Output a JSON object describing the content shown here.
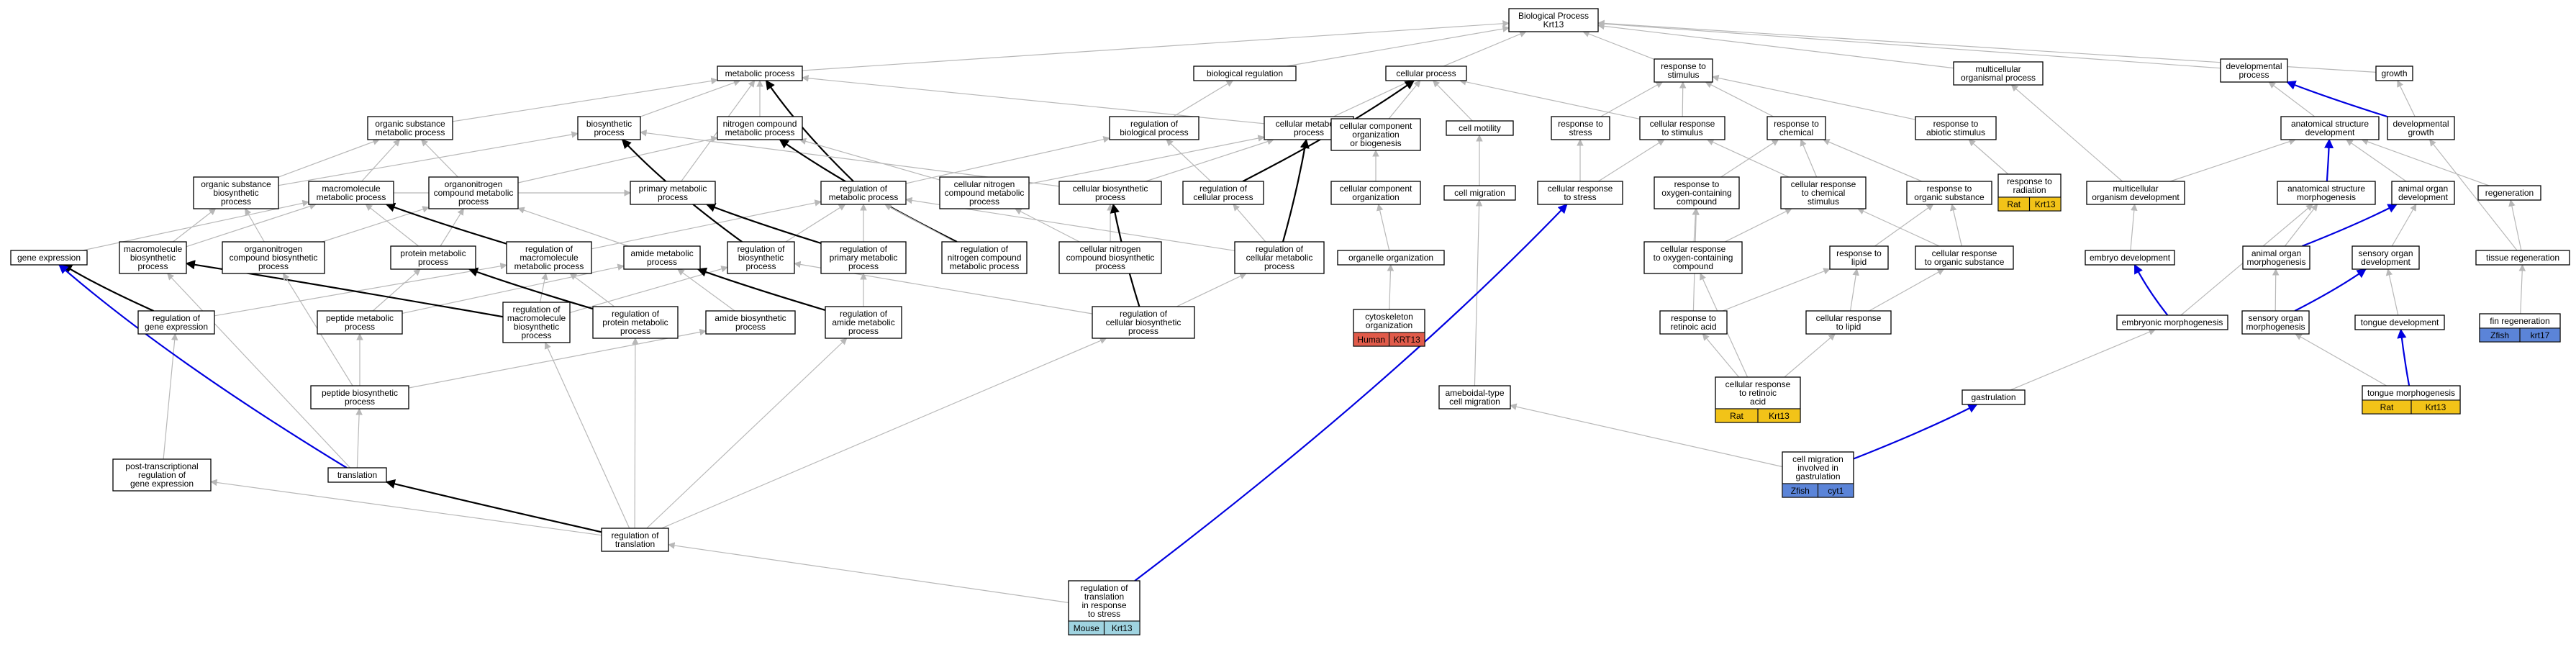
{
  "nodes": [
    {
      "id": "bp",
      "lines": [
        "Biological Process",
        "Krt13"
      ]
    },
    {
      "id": "metabolic",
      "lines": [
        "metabolic process"
      ]
    },
    {
      "id": "bioreg",
      "lines": [
        "biological regulation"
      ]
    },
    {
      "id": "cellproc",
      "lines": [
        "cellular process"
      ]
    },
    {
      "id": "resp_stim",
      "lines": [
        "response to",
        "stimulus"
      ]
    },
    {
      "id": "multi_org",
      "lines": [
        "multicellular",
        "organismal process"
      ]
    },
    {
      "id": "dev_proc",
      "lines": [
        "developmental",
        "process"
      ]
    },
    {
      "id": "growth",
      "lines": [
        "growth"
      ]
    },
    {
      "id": "org_sub",
      "lines": [
        "organic substance",
        "metabolic process"
      ]
    },
    {
      "id": "biosyn",
      "lines": [
        "biosynthetic",
        "process"
      ]
    },
    {
      "id": "nitro",
      "lines": [
        "nitrogen compound",
        "metabolic process"
      ]
    },
    {
      "id": "reg_bio",
      "lines": [
        "regulation of",
        "biological process"
      ]
    },
    {
      "id": "cell_met",
      "lines": [
        "cellular metabolic",
        "process"
      ]
    },
    {
      "id": "cc_org",
      "lines": [
        "cellular component",
        "organization",
        "or biogenesis"
      ]
    },
    {
      "id": "motility",
      "lines": [
        "cell motility"
      ]
    },
    {
      "id": "rs_stress",
      "lines": [
        "response to",
        "stress"
      ]
    },
    {
      "id": "cr_stim",
      "lines": [
        "cellular response",
        "to stimulus"
      ]
    },
    {
      "id": "r_chem",
      "lines": [
        "response to",
        "chemical"
      ]
    },
    {
      "id": "r_abio",
      "lines": [
        "response to",
        "abiotic stimulus"
      ]
    },
    {
      "id": "as_dev",
      "lines": [
        "anatomical structure",
        "development"
      ]
    },
    {
      "id": "dev_growth",
      "lines": [
        "developmental",
        "growth"
      ]
    },
    {
      "id": "os_bio",
      "lines": [
        "organic substance",
        "biosynthetic",
        "process"
      ]
    },
    {
      "id": "macro",
      "lines": [
        "macromolecule",
        "metabolic process"
      ]
    },
    {
      "id": "orgn",
      "lines": [
        "organonitrogen",
        "compound metabolic",
        "process"
      ]
    },
    {
      "id": "primary",
      "lines": [
        "primary metabolic",
        "process"
      ]
    },
    {
      "id": "reg_met",
      "lines": [
        "regulation of",
        "metabolic process"
      ]
    },
    {
      "id": "cn_met",
      "lines": [
        "cellular nitrogen",
        "compound metabolic",
        "process"
      ]
    },
    {
      "id": "cell_bio",
      "lines": [
        "cellular biosynthetic",
        "process"
      ]
    },
    {
      "id": "reg_cp",
      "lines": [
        "regulation of",
        "cellular process"
      ]
    },
    {
      "id": "cc_org2",
      "lines": [
        "cellular component",
        "organization"
      ]
    },
    {
      "id": "migration",
      "lines": [
        "cell migration"
      ]
    },
    {
      "id": "cr_stress",
      "lines": [
        "cellular response",
        "to stress"
      ]
    },
    {
      "id": "r_oxy",
      "lines": [
        "response to",
        "oxygen-containing",
        "compound"
      ]
    },
    {
      "id": "cr_chem",
      "lines": [
        "cellular response",
        "to chemical",
        "stimulus"
      ]
    },
    {
      "id": "r_org",
      "lines": [
        "response to",
        "organic substance"
      ]
    },
    {
      "id": "r_rad",
      "lines": [
        "response to",
        "radiation"
      ]
    },
    {
      "id": "multi_dev",
      "lines": [
        "multicellular",
        "organism development"
      ]
    },
    {
      "id": "as_morph",
      "lines": [
        "anatomical structure",
        "morphogenesis"
      ]
    },
    {
      "id": "ao_dev",
      "lines": [
        "animal organ",
        "development"
      ]
    },
    {
      "id": "regen",
      "lines": [
        "regeneration"
      ]
    },
    {
      "id": "gene_exp",
      "lines": [
        "gene expression"
      ]
    },
    {
      "id": "macro_bio",
      "lines": [
        "macromolecule",
        "biosynthetic",
        "process"
      ]
    },
    {
      "id": "orgn_bio",
      "lines": [
        "organonitrogen",
        "compound biosynthetic",
        "process"
      ]
    },
    {
      "id": "prot_met",
      "lines": [
        "protein metabolic",
        "process"
      ]
    },
    {
      "id": "reg_macro",
      "lines": [
        "regulation of",
        "macromolecule",
        "metabolic process"
      ]
    },
    {
      "id": "amide_met",
      "lines": [
        "amide metabolic",
        "process"
      ]
    },
    {
      "id": "reg_bios",
      "lines": [
        "regulation of",
        "biosynthetic",
        "process"
      ]
    },
    {
      "id": "reg_prim",
      "lines": [
        "regulation of",
        "primary metabolic",
        "process"
      ]
    },
    {
      "id": "reg_nitro",
      "lines": [
        "regulation of",
        "nitrogen compound",
        "metabolic process"
      ]
    },
    {
      "id": "cn_bio",
      "lines": [
        "cellular nitrogen",
        "compound biosynthetic",
        "process"
      ]
    },
    {
      "id": "reg_cmet",
      "lines": [
        "regulation of",
        "cellular metabolic",
        "process"
      ]
    },
    {
      "id": "org_org",
      "lines": [
        "organelle organization"
      ]
    },
    {
      "id": "cr_oxy",
      "lines": [
        "cellular response",
        "to oxygen-containing",
        "compound"
      ]
    },
    {
      "id": "r_lipid",
      "lines": [
        "response to",
        "lipid"
      ]
    },
    {
      "id": "cr_org",
      "lines": [
        "cellular response",
        "to organic substance"
      ]
    },
    {
      "id": "embryo_dev",
      "lines": [
        "embryo development"
      ]
    },
    {
      "id": "ao_morph",
      "lines": [
        "animal organ",
        "morphogenesis"
      ]
    },
    {
      "id": "so_dev",
      "lines": [
        "sensory organ",
        "development"
      ]
    },
    {
      "id": "tissue_regen",
      "lines": [
        "tissue regeneration"
      ]
    },
    {
      "id": "reg_ge",
      "lines": [
        "regulation of",
        "gene expression"
      ]
    },
    {
      "id": "pep_met",
      "lines": [
        "peptide metabolic",
        "process"
      ]
    },
    {
      "id": "reg_mbio",
      "lines": [
        "regulation of",
        "macromolecule",
        "biosynthetic",
        "process"
      ]
    },
    {
      "id": "reg_pmet",
      "lines": [
        "regulation of",
        "protein metabolic",
        "process"
      ]
    },
    {
      "id": "amide_bio",
      "lines": [
        "amide biosynthetic",
        "process"
      ]
    },
    {
      "id": "reg_amide",
      "lines": [
        "regulation of",
        "amide metabolic",
        "process"
      ]
    },
    {
      "id": "reg_cbio",
      "lines": [
        "regulation of",
        "cellular biosynthetic",
        "process"
      ]
    },
    {
      "id": "cytoskel",
      "lines": [
        "cytoskeleton",
        "organization"
      ],
      "tag": [
        "Human",
        "KRT13"
      ],
      "tagColor": "#e15b4a"
    },
    {
      "id": "r_ra",
      "lines": [
        "response to",
        "retinoic acid"
      ]
    },
    {
      "id": "cr_lipid",
      "lines": [
        "cellular response",
        "to lipid"
      ]
    },
    {
      "id": "emb_morph",
      "lines": [
        "embryonic morphogenesis"
      ]
    },
    {
      "id": "so_morph",
      "lines": [
        "sensory organ",
        "morphogenesis"
      ]
    },
    {
      "id": "tongue_dev",
      "lines": [
        "tongue development"
      ]
    },
    {
      "id": "fin_regen",
      "lines": [
        "fin regeneration"
      ],
      "tag": [
        "Zfish",
        "krt17"
      ],
      "tagColor": "#5b84d8"
    },
    {
      "id": "pep_bio",
      "lines": [
        "peptide biosynthetic",
        "process"
      ]
    },
    {
      "id": "amoeboid",
      "lines": [
        "ameboidal-type",
        "cell migration"
      ]
    },
    {
      "id": "cr_ra",
      "lines": [
        "cellular response",
        "to retinoic",
        "acid"
      ],
      "tag": [
        "Rat",
        "Krt13"
      ],
      "tagColor": "#f2c318"
    },
    {
      "id": "gastru",
      "lines": [
        "gastrulation"
      ]
    },
    {
      "id": "tongue_morph",
      "lines": [
        "tongue morphogenesis"
      ],
      "tag": [
        "Rat",
        "Krt13"
      ],
      "tagColor": "#f2c318"
    },
    {
      "id": "ptr_reg",
      "lines": [
        "post-transcriptional",
        "regulation of",
        "gene expression"
      ]
    },
    {
      "id": "translation",
      "lines": [
        "translation"
      ]
    },
    {
      "id": "reg_trans",
      "lines": [
        "regulation of",
        "translation"
      ]
    },
    {
      "id": "cm_gastru",
      "lines": [
        "cell migration",
        "involved in",
        "gastrulation"
      ],
      "tag": [
        "Zfish",
        "cyt1"
      ],
      "tagColor": "#5b84d8"
    },
    {
      "id": "reg_trans_stress",
      "lines": [
        "regulation of",
        "translation",
        "in response",
        "to stress"
      ],
      "tag": [
        "Mouse",
        "Krt13"
      ],
      "tagColor": "#9fd3e0"
    }
  ],
  "tag_overrides": {
    "r_rad": {
      "tag": [
        "Rat",
        "Krt13"
      ],
      "tagColor": "#f2c318"
    }
  },
  "edges": [
    [
      "metabolic",
      "bp",
      "grey"
    ],
    [
      "bioreg",
      "bp",
      "grey"
    ],
    [
      "cellproc",
      "bp",
      "grey"
    ],
    [
      "resp_stim",
      "bp",
      "grey"
    ],
    [
      "multi_org",
      "bp",
      "grey"
    ],
    [
      "dev_proc",
      "bp",
      "grey"
    ],
    [
      "growth",
      "bp",
      "grey"
    ],
    [
      "org_sub",
      "metabolic",
      "grey"
    ],
    [
      "biosyn",
      "metabolic",
      "grey"
    ],
    [
      "nitro",
      "metabolic",
      "grey"
    ],
    [
      "reg_bio",
      "bioreg",
      "grey"
    ],
    [
      "cell_met",
      "cellproc",
      "grey"
    ],
    [
      "cell_met",
      "metabolic",
      "grey"
    ],
    [
      "cc_org",
      "cellproc",
      "grey"
    ],
    [
      "motility",
      "cellproc",
      "grey"
    ],
    [
      "rs_stress",
      "resp_stim",
      "grey"
    ],
    [
      "cr_stim",
      "resp_stim",
      "grey"
    ],
    [
      "cr_stim",
      "cellproc",
      "grey"
    ],
    [
      "r_chem",
      "resp_stim",
      "grey"
    ],
    [
      "r_abio",
      "resp_stim",
      "grey"
    ],
    [
      "as_dev",
      "dev_proc",
      "grey"
    ],
    [
      "dev_growth",
      "growth",
      "grey"
    ],
    [
      "dev_growth",
      "dev_proc",
      "blue"
    ],
    [
      "os_bio",
      "org_sub",
      "grey"
    ],
    [
      "os_bio",
      "biosyn",
      "grey"
    ],
    [
      "macro",
      "org_sub",
      "grey"
    ],
    [
      "macro",
      "primary",
      "grey"
    ],
    [
      "orgn",
      "org_sub",
      "grey"
    ],
    [
      "orgn",
      "nitro",
      "grey"
    ],
    [
      "primary",
      "metabolic",
      "grey"
    ],
    [
      "reg_met",
      "metabolic",
      "black"
    ],
    [
      "reg_met",
      "reg_bio",
      "grey"
    ],
    [
      "cn_met",
      "nitro",
      "grey"
    ],
    [
      "cn_met",
      "cell_met",
      "grey"
    ],
    [
      "cell_bio",
      "cell_met",
      "grey"
    ],
    [
      "cell_bio",
      "biosyn",
      "grey"
    ],
    [
      "reg_cp",
      "reg_bio",
      "grey"
    ],
    [
      "reg_cp",
      "cellproc",
      "black"
    ],
    [
      "cc_org2",
      "cc_org",
      "grey"
    ],
    [
      "migration",
      "motility",
      "grey"
    ],
    [
      "cr_stress",
      "rs_stress",
      "grey"
    ],
    [
      "cr_stress",
      "cr_stim",
      "grey"
    ],
    [
      "r_oxy",
      "r_chem",
      "grey"
    ],
    [
      "cr_chem",
      "r_chem",
      "grey"
    ],
    [
      "cr_chem",
      "cr_stim",
      "grey"
    ],
    [
      "r_org",
      "r_chem",
      "grey"
    ],
    [
      "r_rad",
      "r_abio",
      "grey"
    ],
    [
      "multi_dev",
      "multi_org",
      "grey"
    ],
    [
      "multi_dev",
      "as_dev",
      "grey"
    ],
    [
      "as_morph",
      "as_dev",
      "blue"
    ],
    [
      "ao_dev",
      "as_dev",
      "grey"
    ],
    [
      "regen",
      "as_dev",
      "grey"
    ],
    [
      "gene_exp",
      "macro",
      "grey"
    ],
    [
      "macro_bio",
      "macro",
      "grey"
    ],
    [
      "macro_bio",
      "os_bio",
      "grey"
    ],
    [
      "orgn_bio",
      "orgn",
      "grey"
    ],
    [
      "orgn_bio",
      "os_bio",
      "grey"
    ],
    [
      "prot_met",
      "macro",
      "grey"
    ],
    [
      "prot_met",
      "orgn",
      "grey"
    ],
    [
      "reg_macro",
      "macro",
      "black"
    ],
    [
      "reg_macro",
      "reg_met",
      "grey"
    ],
    [
      "amide_met",
      "orgn",
      "grey"
    ],
    [
      "reg_bios",
      "biosyn",
      "black"
    ],
    [
      "reg_bios",
      "reg_met",
      "grey"
    ],
    [
      "reg_prim",
      "primary",
      "black"
    ],
    [
      "reg_prim",
      "reg_met",
      "grey"
    ],
    [
      "reg_nitro",
      "nitro",
      "black"
    ],
    [
      "reg_nitro",
      "reg_met",
      "grey"
    ],
    [
      "cn_bio",
      "cn_met",
      "grey"
    ],
    [
      "cn_bio",
      "cell_bio",
      "grey"
    ],
    [
      "reg_cmet",
      "cell_met",
      "black"
    ],
    [
      "reg_cmet",
      "reg_cp",
      "grey"
    ],
    [
      "reg_cmet",
      "reg_met",
      "grey"
    ],
    [
      "org_org",
      "cc_org2",
      "grey"
    ],
    [
      "cr_oxy",
      "r_oxy",
      "grey"
    ],
    [
      "cr_oxy",
      "cr_chem",
      "grey"
    ],
    [
      "r_lipid",
      "r_org",
      "grey"
    ],
    [
      "cr_org",
      "r_org",
      "grey"
    ],
    [
      "cr_org",
      "cr_chem",
      "grey"
    ],
    [
      "embryo_dev",
      "multi_dev",
      "grey"
    ],
    [
      "ao_morph",
      "as_morph",
      "grey"
    ],
    [
      "ao_morph",
      "ao_dev",
      "blue"
    ],
    [
      "so_dev",
      "ao_dev",
      "grey"
    ],
    [
      "tissue_regen",
      "regen",
      "grey"
    ],
    [
      "tissue_regen",
      "dev_growth",
      "grey"
    ],
    [
      "reg_ge",
      "gene_exp",
      "black"
    ],
    [
      "reg_ge",
      "reg_macro",
      "grey"
    ],
    [
      "pep_met",
      "prot_met",
      "grey"
    ],
    [
      "pep_met",
      "amide_met",
      "grey"
    ],
    [
      "reg_mbio",
      "macro_bio",
      "black"
    ],
    [
      "reg_mbio",
      "reg_macro",
      "grey"
    ],
    [
      "reg_mbio",
      "reg_bios",
      "grey"
    ],
    [
      "reg_pmet",
      "prot_met",
      "black"
    ],
    [
      "reg_pmet",
      "reg_macro",
      "grey"
    ],
    [
      "amide_bio",
      "amide_met",
      "grey"
    ],
    [
      "reg_amide",
      "amide_met",
      "black"
    ],
    [
      "reg_amide",
      "reg_prim",
      "grey"
    ],
    [
      "reg_cbio",
      "cell_bio",
      "black"
    ],
    [
      "reg_cbio",
      "reg_cmet",
      "grey"
    ],
    [
      "reg_cbio",
      "reg_bios",
      "grey"
    ],
    [
      "cytoskel",
      "org_org",
      "grey"
    ],
    [
      "r_ra",
      "r_lipid",
      "grey"
    ],
    [
      "r_ra",
      "r_oxy",
      "grey"
    ],
    [
      "cr_lipid",
      "r_lipid",
      "grey"
    ],
    [
      "cr_lipid",
      "cr_org",
      "grey"
    ],
    [
      "emb_morph",
      "embryo_dev",
      "blue"
    ],
    [
      "emb_morph",
      "as_morph",
      "grey"
    ],
    [
      "so_morph",
      "so_dev",
      "blue"
    ],
    [
      "so_morph",
      "ao_morph",
      "grey"
    ],
    [
      "tongue_dev",
      "so_dev",
      "grey"
    ],
    [
      "fin_regen",
      "tissue_regen",
      "grey"
    ],
    [
      "pep_bio",
      "pep_met",
      "grey"
    ],
    [
      "pep_bio",
      "amide_bio",
      "grey"
    ],
    [
      "pep_bio",
      "orgn_bio",
      "grey"
    ],
    [
      "amoeboid",
      "migration",
      "grey"
    ],
    [
      "cr_ra",
      "r_ra",
      "grey"
    ],
    [
      "cr_ra",
      "cr_lipid",
      "grey"
    ],
    [
      "cr_ra",
      "cr_oxy",
      "grey"
    ],
    [
      "gastru",
      "emb_morph",
      "grey"
    ],
    [
      "tongue_morph",
      "tongue_dev",
      "blue"
    ],
    [
      "tongue_morph",
      "so_morph",
      "grey"
    ],
    [
      "ptr_reg",
      "reg_ge",
      "grey"
    ],
    [
      "translation",
      "gene_exp",
      "blue"
    ],
    [
      "translation",
      "pep_bio",
      "grey"
    ],
    [
      "translation",
      "macro_bio",
      "grey"
    ],
    [
      "reg_trans",
      "translation",
      "black"
    ],
    [
      "reg_trans",
      "ptr_reg",
      "grey"
    ],
    [
      "reg_trans",
      "reg_pmet",
      "grey"
    ],
    [
      "reg_trans",
      "reg_mbio",
      "grey"
    ],
    [
      "reg_trans",
      "reg_amide",
      "grey"
    ],
    [
      "reg_trans",
      "reg_cbio",
      "grey"
    ],
    [
      "cm_gastru",
      "gastru",
      "blue"
    ],
    [
      "cm_gastru",
      "amoeboid",
      "grey"
    ],
    [
      "reg_trans_stress",
      "cr_stress",
      "blue"
    ],
    [
      "reg_trans_stress",
      "reg_trans",
      "grey"
    ]
  ]
}
